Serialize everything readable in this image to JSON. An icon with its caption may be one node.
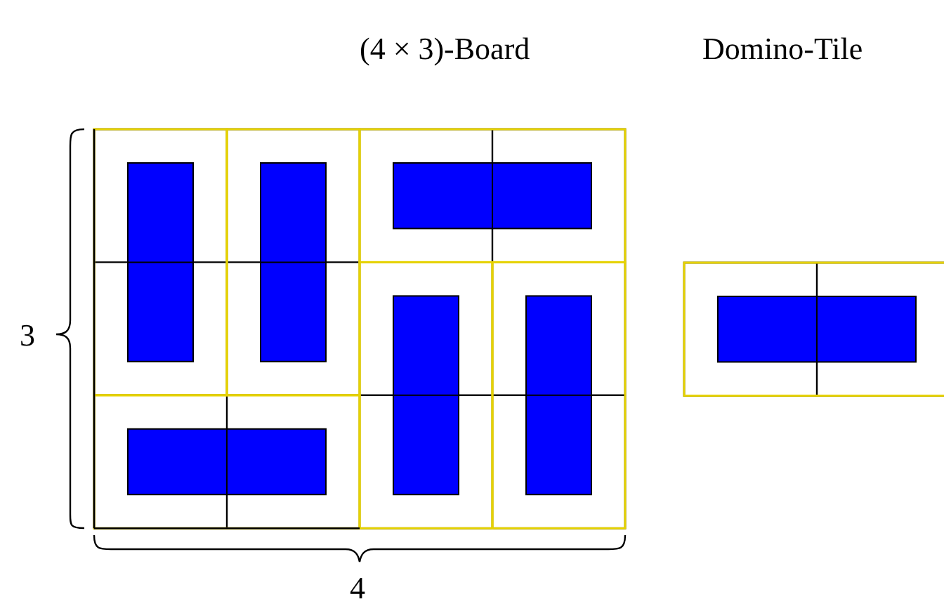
{
  "diagram": {
    "labels": [
      "(4 × 3)-Board",
      "Domino-Tile",
      "3",
      "4"
    ]
  }
}
